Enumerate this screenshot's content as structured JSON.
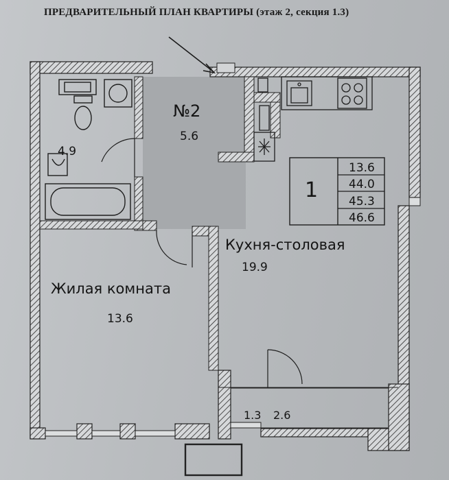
{
  "header": {
    "title": "ПРЕДВАРИТЕЛЬНЫЙ ПЛАН КВАРТИРЫ (этаж 2, секция 1.3)"
  },
  "plan": {
    "apartment_number": "1",
    "areas_table": [
      "13.6",
      "44.0",
      "45.3",
      "46.6"
    ],
    "rooms": {
      "bathroom_area": "4.9",
      "hall_label": "№2",
      "hall_area": "5.6",
      "kitchen_label": "Кухня-столовая",
      "kitchen_area": "19.9",
      "living_label": "Жилая комната",
      "living_area": "13.6",
      "balcony_area_1": "1.3",
      "balcony_area_2": "2.6"
    }
  }
}
